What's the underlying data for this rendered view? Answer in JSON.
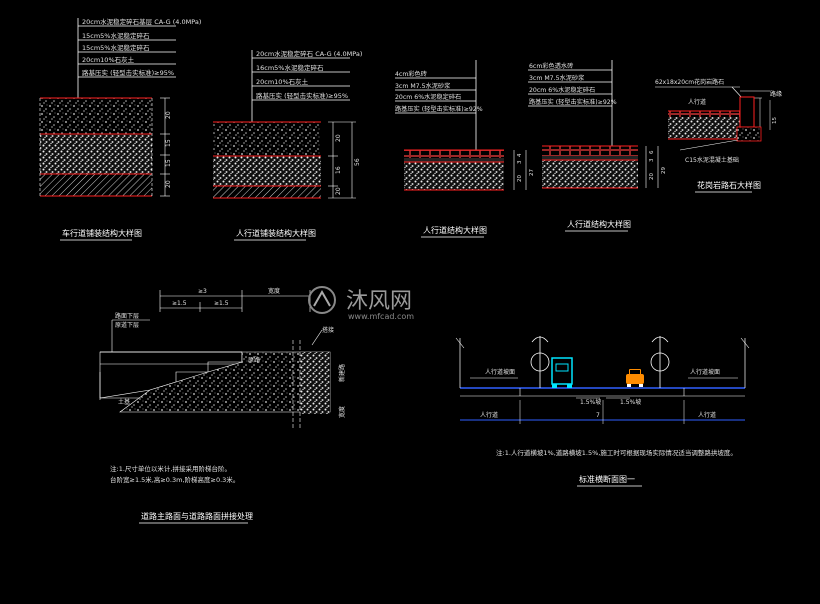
{
  "panels": {
    "p1": {
      "caption": "车行道铺装结构大样图",
      "layers": [
        "20cm水泥稳定碎石基层 CA-G (4.0MPa)",
        "15cm5%水泥稳定碎石",
        "15cm5%水泥稳定碎石",
        "20cm10%石灰土",
        "路基压实 (轻型击实标准)≥95%"
      ],
      "dims": [
        "20",
        "15",
        "15",
        "20"
      ]
    },
    "p2": {
      "caption": "人行道铺装结构大样图",
      "layers": [
        "20cm水泥稳定碎石 CA-G (4.0MPa)",
        "16cm5%水泥稳定碎石",
        "20cm10%石灰土",
        "路基压实 (轻型击实标准)≥95%"
      ],
      "dims": [
        "20",
        "16",
        "20",
        "56"
      ]
    },
    "p3": {
      "caption": "人行道结构大样图",
      "layers": [
        "4cm彩色砖",
        "3cm M7.5水泥砂浆",
        "20cm 6%水泥稳定碎石",
        "路基压实 (轻型击实标准)≥92%"
      ],
      "dims": [
        "4",
        "3",
        "20",
        "27"
      ]
    },
    "p4": {
      "caption": "人行道结构大样图",
      "layers": [
        "6cm彩色透水砖",
        "3cm M7.5水泥砂浆",
        "20cm 6%水泥稳定碎石",
        "路基压实 (轻型击实标准)≥92%"
      ],
      "dims": [
        "6",
        "3",
        "20",
        "29"
      ]
    },
    "p5": {
      "caption": "花岗岩路石大样图",
      "top_label": "62x18x20cm花岗岩路石",
      "right_label": "路缘",
      "left_label": "人行道",
      "bottom_label": "C15水泥混凝土基础",
      "dim": "15"
    },
    "p6": {
      "caption": "道路主路面与道路路面拼接处理",
      "labels": [
        "路面下层",
        "原道下层",
        "土基",
        "搭接",
        "原路",
        "新建路"
      ],
      "dims": [
        "≥3",
        "≥1.5",
        "≥1.5",
        "宽度"
      ],
      "note_title": "注:1.尺寸单位以米计,拼接采用阶梯台阶。",
      "note_2": "      台阶宽≥1.5米,高≥0.3m,阶梯高度≥0.3米。"
    },
    "p7": {
      "caption": "标准横断面图一",
      "note": "注:1.人行道横坡1%,道路横坡1.5%,施工时可根据现场实际情况适当调整路拱坡度。",
      "left_label": "人行道坡面",
      "right_label": "人行道坡面",
      "slope_left": "1.5%坡",
      "slope_right": "1.5%坡",
      "dim_left": "人行道",
      "dim_mid": "7",
      "dim_right": "人行道"
    }
  },
  "watermark": {
    "text": "沐风网",
    "url": "www.mfcad.com"
  },
  "colors": {
    "background": "#000000",
    "red": "#ff2020",
    "text": "#e8e8e8",
    "dim": "#d0d0d0",
    "accent_blue": "#3060ff",
    "cyan": "#00e5ff",
    "orange": "#ff8c00"
  }
}
